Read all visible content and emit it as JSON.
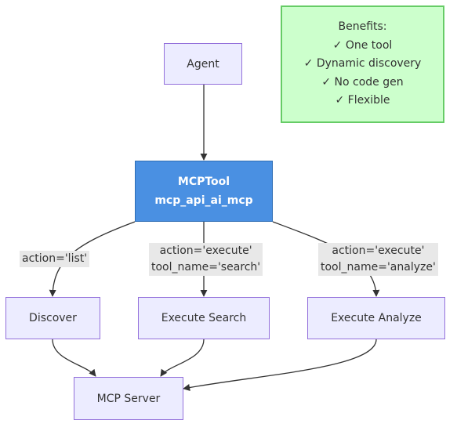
{
  "nodes": {
    "agent": "Agent",
    "mcptool_title": "MCPTool",
    "mcptool_subtitle": "mcp_api_ai_mcp",
    "discover": "Discover",
    "execute_search": "Execute Search",
    "execute_analyze": "Execute Analyze",
    "mcp_server": "MCP Server"
  },
  "benefits": {
    "heading": "Benefits:",
    "items": [
      "✓ One tool",
      "✓ Dynamic discovery",
      "✓ No code gen",
      "✓ Flexible"
    ]
  },
  "edge_labels": {
    "list": "action='list'",
    "search_line1": "action='execute'",
    "search_line2": "tool_name='search'",
    "analyze_line1": "action='execute'",
    "analyze_line2": "tool_name='analyze'"
  },
  "colors": {
    "node_fill": "#ECECFF",
    "node_border": "#9370DB",
    "primary_fill": "#4A90E2",
    "benefits_fill": "#CCFFCC",
    "benefits_border": "#66CC66",
    "edge": "#333333",
    "label_bg": "#E8E8E8"
  }
}
